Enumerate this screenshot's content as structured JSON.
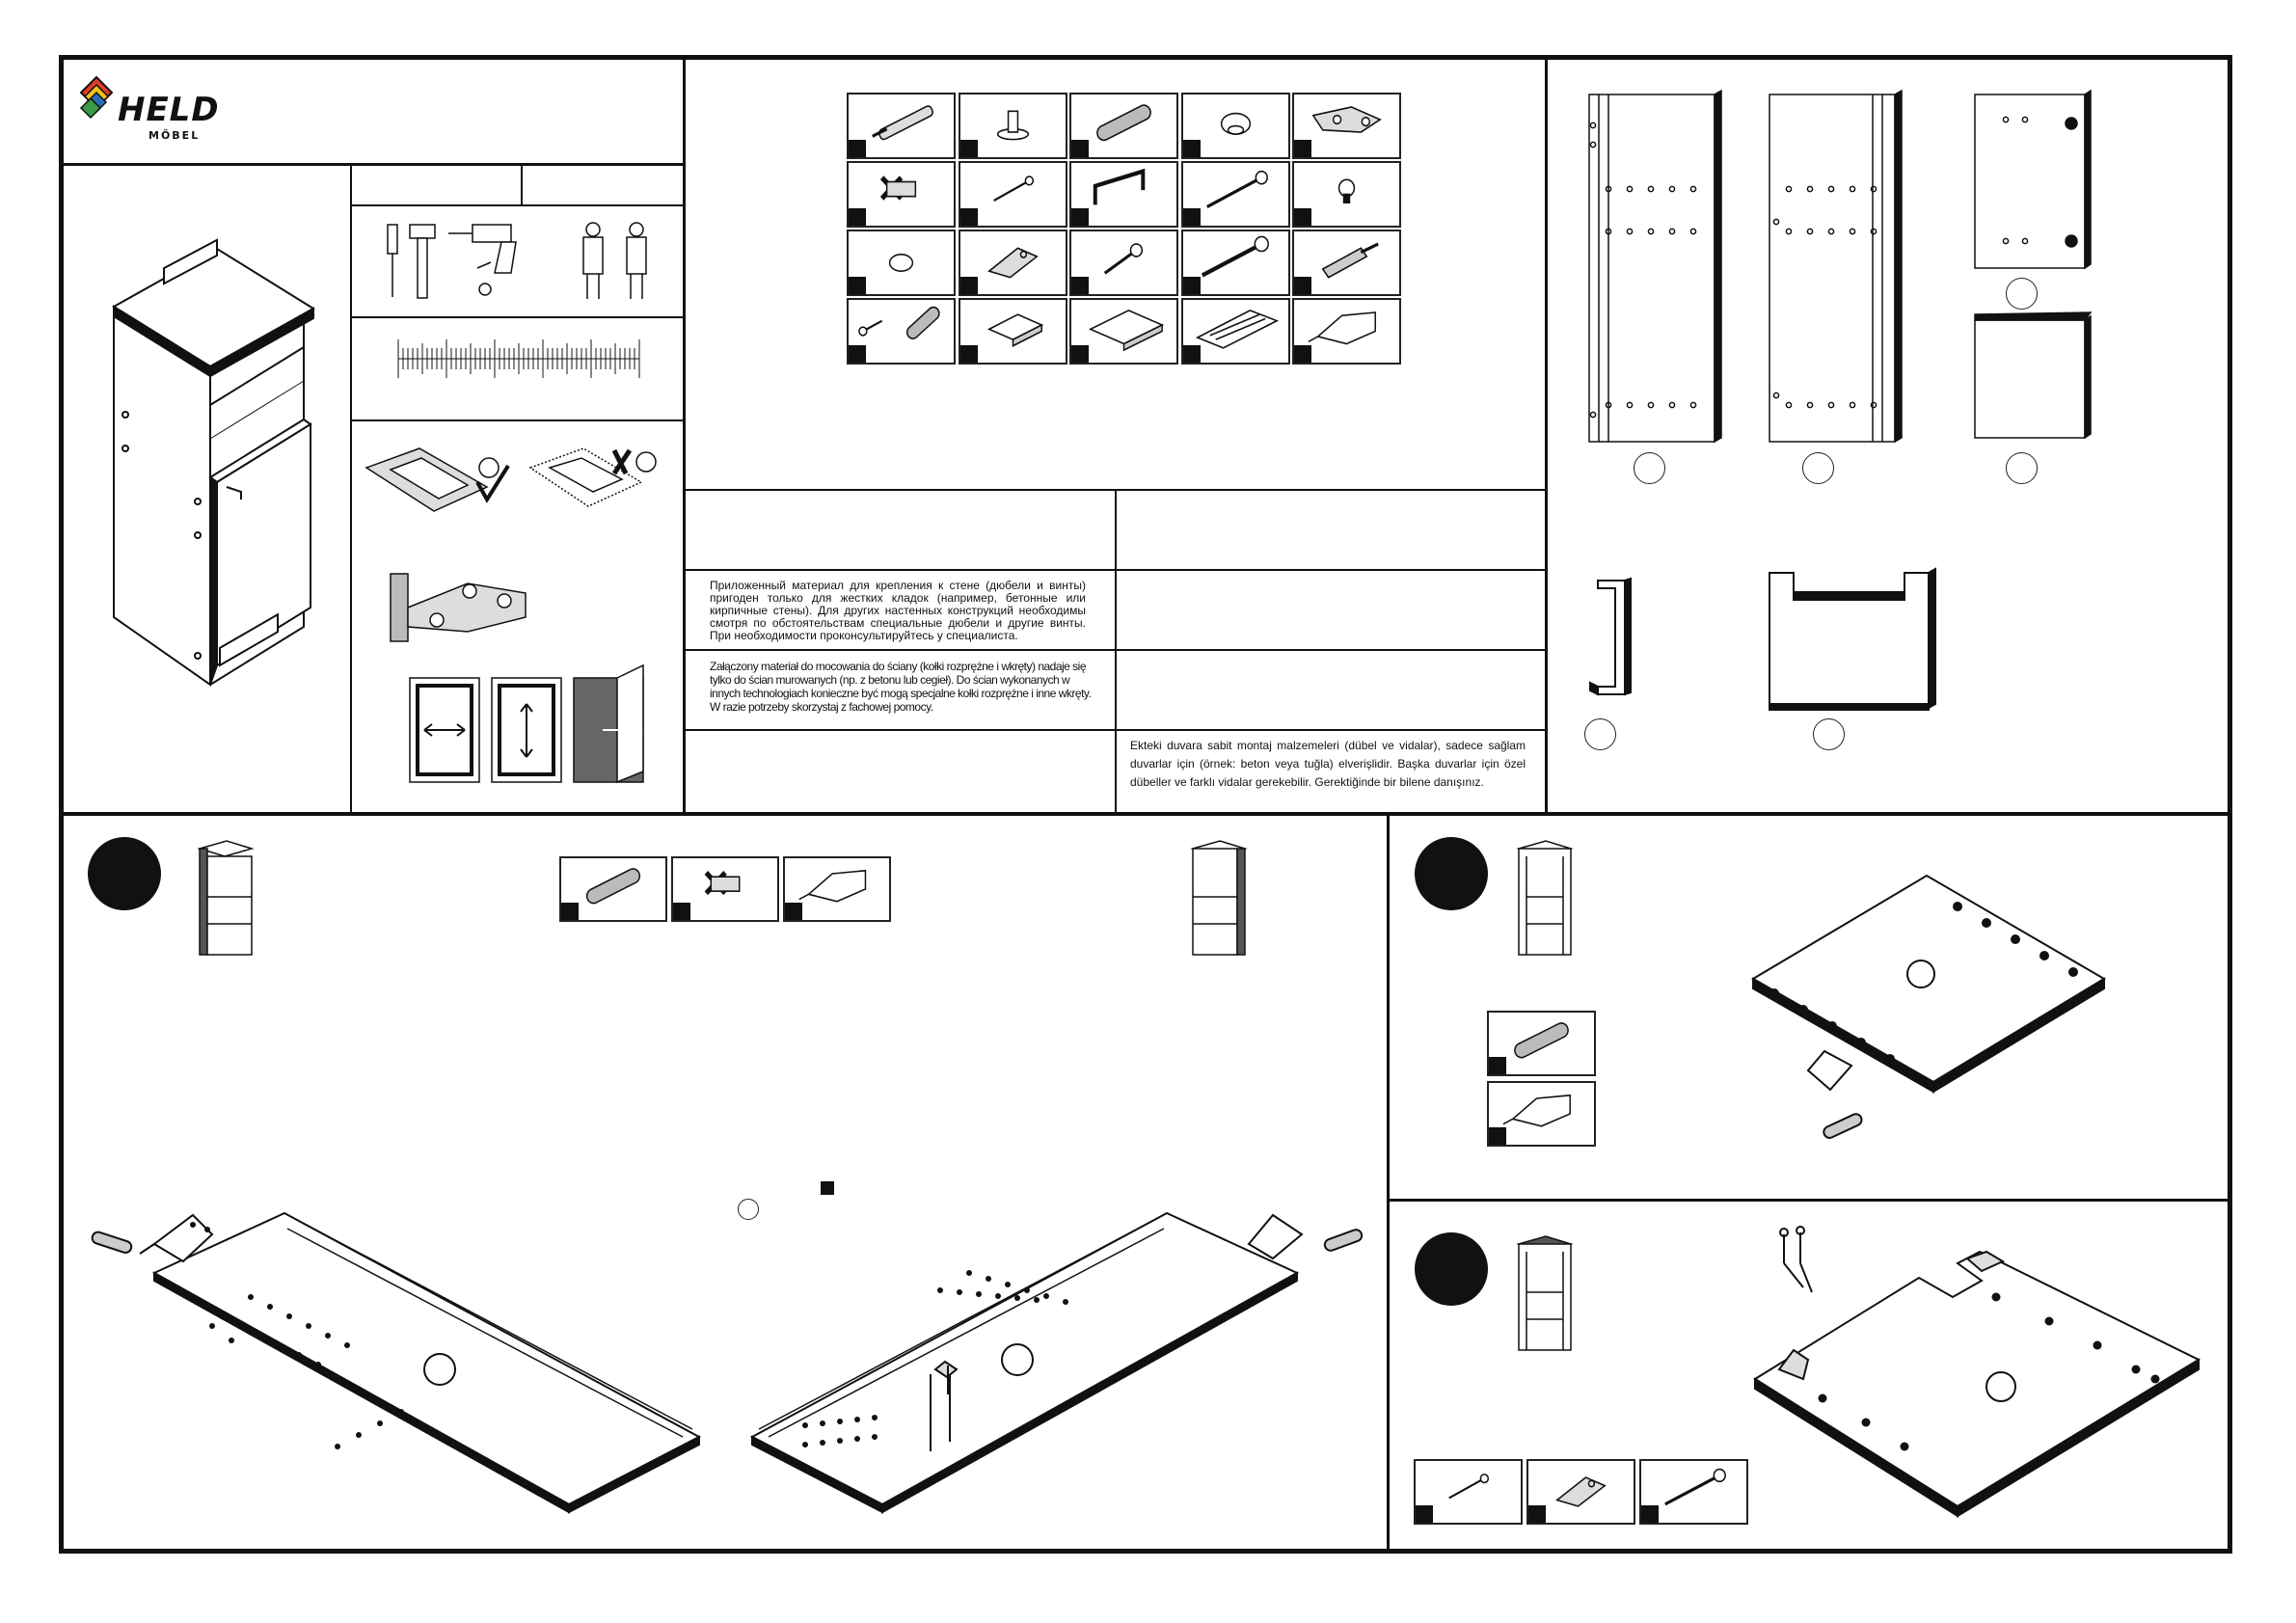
{
  "brand": {
    "name": "HELD",
    "sub": "MÖBEL"
  },
  "texts": {
    "ru": "Приложенный материал для крепления к стене (дюбели и винты) пригоден только для жестких кладок (например, бетонные или кирпичные стены). Для других настенных конструкций необходимы смотря по обстоятельствам специальные дюбели и другие винты. При необходимости проконсультируйтесь у специалиста.",
    "pl": "Załączony materiał do mocowania do ściany (kołki rozprężne i wkręty) nadaje się tylko do ścian murowanych (np. z betonu lub cegieł). Do ścian wykonanych w innych technologiach konieczne być mogą specjalne kołki rozprężne i inne wkręty. W razie potrzeby skorzystaj z fachowej pomocy.",
    "tr": "Ekteki duvara sabit montaj malzemeleri (dübel ve vidalar), sadece sağlam duvarlar için (örnek: beton veya tuğla) elverişlidir. Başka duvarlar için özel dübeller ve farklı vidalar gerekebilir. Gerektiğinde bir bilene danışınız."
  },
  "icons": {
    "tools": [
      "screwdriver-icon",
      "hammer-icon",
      "drill-icon",
      "two-persons-icon"
    ],
    "hardware": [
      "dowel-screw-icon",
      "leveler-foot-icon",
      "wooden-dowel-icon",
      "cover-cap-icon",
      "hinge-icon",
      "mounting-plate-icon",
      "small-screw-icon",
      "handle-icon",
      "wood-screw-icon",
      "shelf-pin-icon",
      "cover-cap-small-icon",
      "angle-bracket-icon",
      "screw-short-icon",
      "screw-long-icon",
      "wall-plug-icon",
      "bolt-and-dowel-icon",
      "vent-grille-small-icon",
      "vent-grille-medium-icon",
      "vent-grille-long-icon",
      "glue-tube-icon"
    ]
  }
}
